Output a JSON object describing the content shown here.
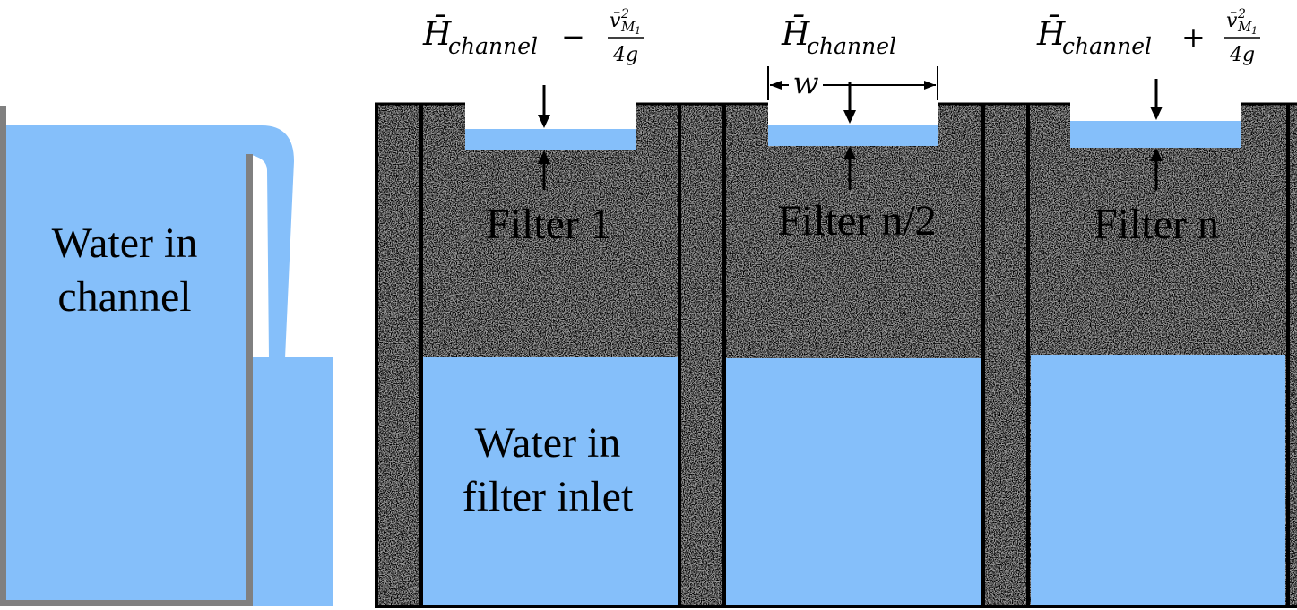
{
  "channel": {
    "label_line1": "Water in",
    "label_line2": "channel"
  },
  "filter_inlet": {
    "label_line1": "Water in",
    "label_line2": "filter inlet"
  },
  "filters": [
    {
      "name": "Filter 1",
      "head_main": "H̄",
      "head_sub": "channel",
      "head_op": "−",
      "frac_num_base": "v̄",
      "frac_num_sup": "2",
      "frac_num_sub": "M",
      "frac_num_subsub": "1",
      "frac_den": "4g"
    },
    {
      "name": "Filter n/2",
      "head_main": "H̄",
      "head_sub": "channel"
    },
    {
      "name": "Filter n",
      "head_main": "H̄",
      "head_sub": "channel",
      "head_op": "+",
      "frac_num_base": "v̄",
      "frac_num_sup": "2",
      "frac_num_sub": "M",
      "frac_num_subsub": "1",
      "frac_den": "4g"
    }
  ],
  "width_label": "w",
  "colors": {
    "water": "#85bffa",
    "channel_wall": "#808080",
    "filter_wall": "#000000",
    "gravel_base": "#9a9a9a"
  }
}
